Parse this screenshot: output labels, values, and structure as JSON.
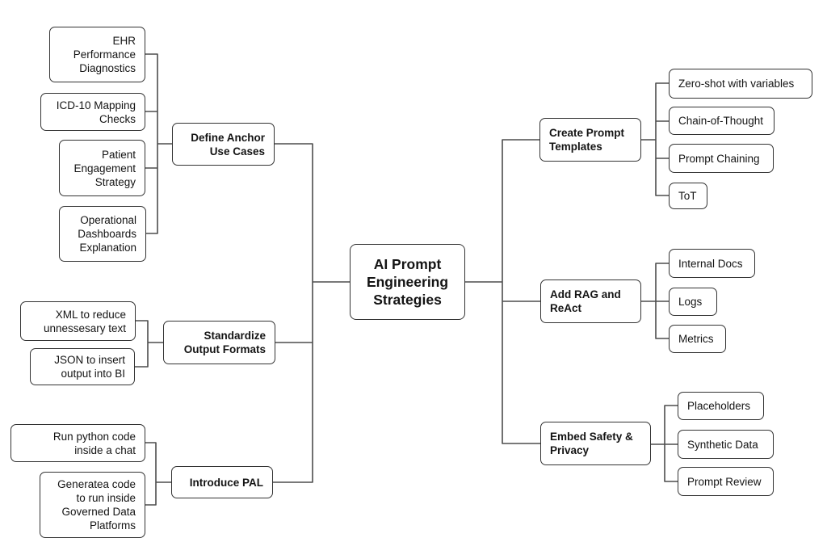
{
  "colors": {
    "background": "#ffffff",
    "node_border": "#333333",
    "connector": "#4d4d4d",
    "text": "#141414"
  },
  "root": {
    "label": "AI Prompt\nEngineering\nStrategies"
  },
  "left_branches": [
    {
      "label": "Define Anchor\nUse Cases",
      "children": [
        "EHR\nPerformance\nDiagnostics",
        "ICD-10 Mapping\nChecks",
        "Patient\nEngagement\nStrategy",
        "Operational\nDashboards\nExplanation"
      ]
    },
    {
      "label": "Standardize\nOutput Formats",
      "children": [
        "XML to reduce\nunnessesary text",
        "JSON to insert\noutput into BI"
      ]
    },
    {
      "label": "Introduce PAL",
      "children": [
        "Run python code\ninside a chat",
        "Generatea code\nto run inside\nGoverned Data\nPlatforms"
      ]
    }
  ],
  "right_branches": [
    {
      "label": "Create Prompt\nTemplates",
      "children": [
        "Zero-shot with variables",
        "Chain-of-Thought",
        "Prompt Chaining",
        "ToT"
      ]
    },
    {
      "label": "Add RAG and\nReAct",
      "children": [
        "Internal Docs",
        "Logs",
        "Metrics"
      ]
    },
    {
      "label": "Embed Safety &\nPrivacy",
      "children": [
        "Placeholders",
        "Synthetic Data",
        "Prompt Review"
      ]
    }
  ]
}
